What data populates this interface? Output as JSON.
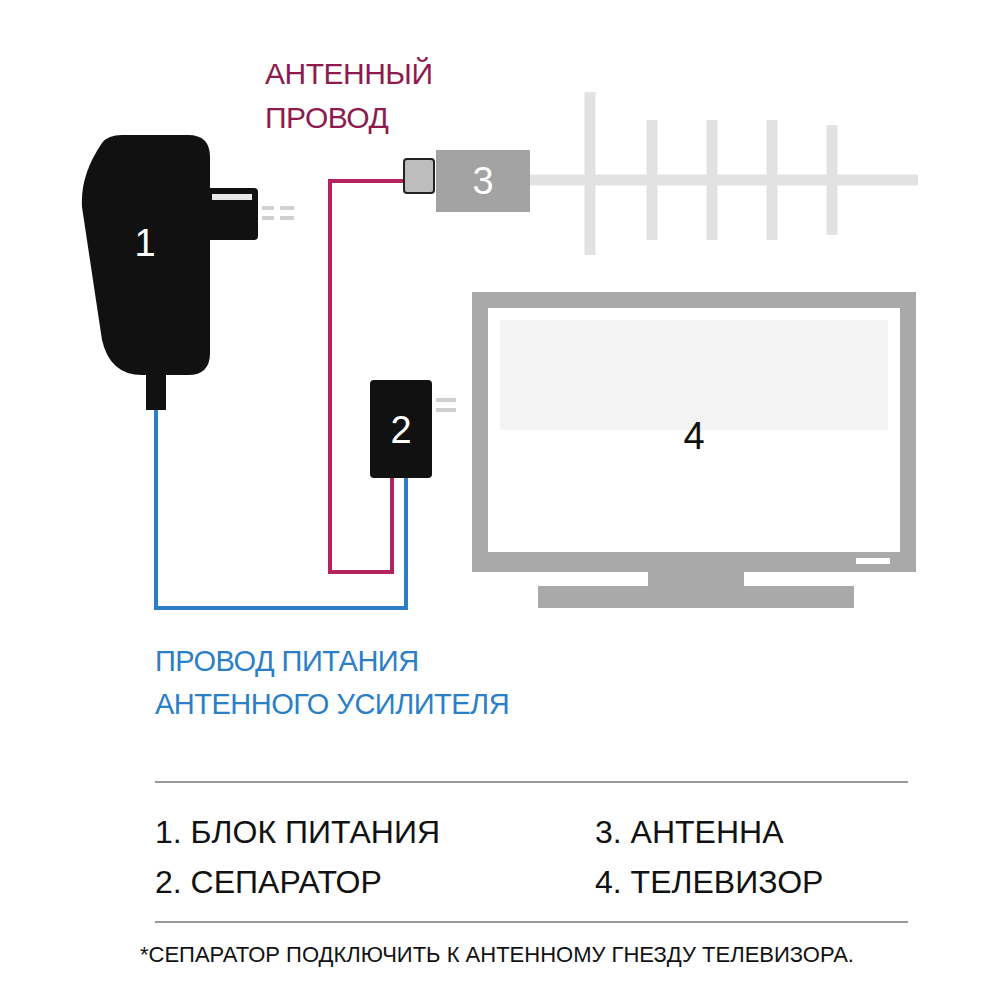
{
  "diagram": {
    "nodes": [
      {
        "text": [
          "1"
        ]
      },
      {
        "text": [
          "2"
        ]
      },
      {
        "text": [
          "3"
        ]
      },
      {
        "text": [
          "4"
        ]
      }
    ],
    "edges": [
      {
        "from": 0,
        "to": 1,
        "arrow": "none",
        "label": "ПРОВОД ПИТАНИЯ АНТЕННОГО УСИЛИТЕЛЯ"
      },
      {
        "from": 2,
        "to": 1,
        "arrow": "none",
        "label": "АНТЕННЫЙ ПРОВОД"
      }
    ],
    "labels": [
      "1. БЛОК ПИТАНИЯ",
      "3. АНТЕННА",
      "2. СЕПАРАТОР",
      "4. ТЕЛЕВИЗОР",
      "*СЕПАРАТОР ПОДКЛЮЧИТЬ К АНТЕННОМУ ГНЕЗДУ ТЕЛЕВИЗОРА."
    ]
  }
}
